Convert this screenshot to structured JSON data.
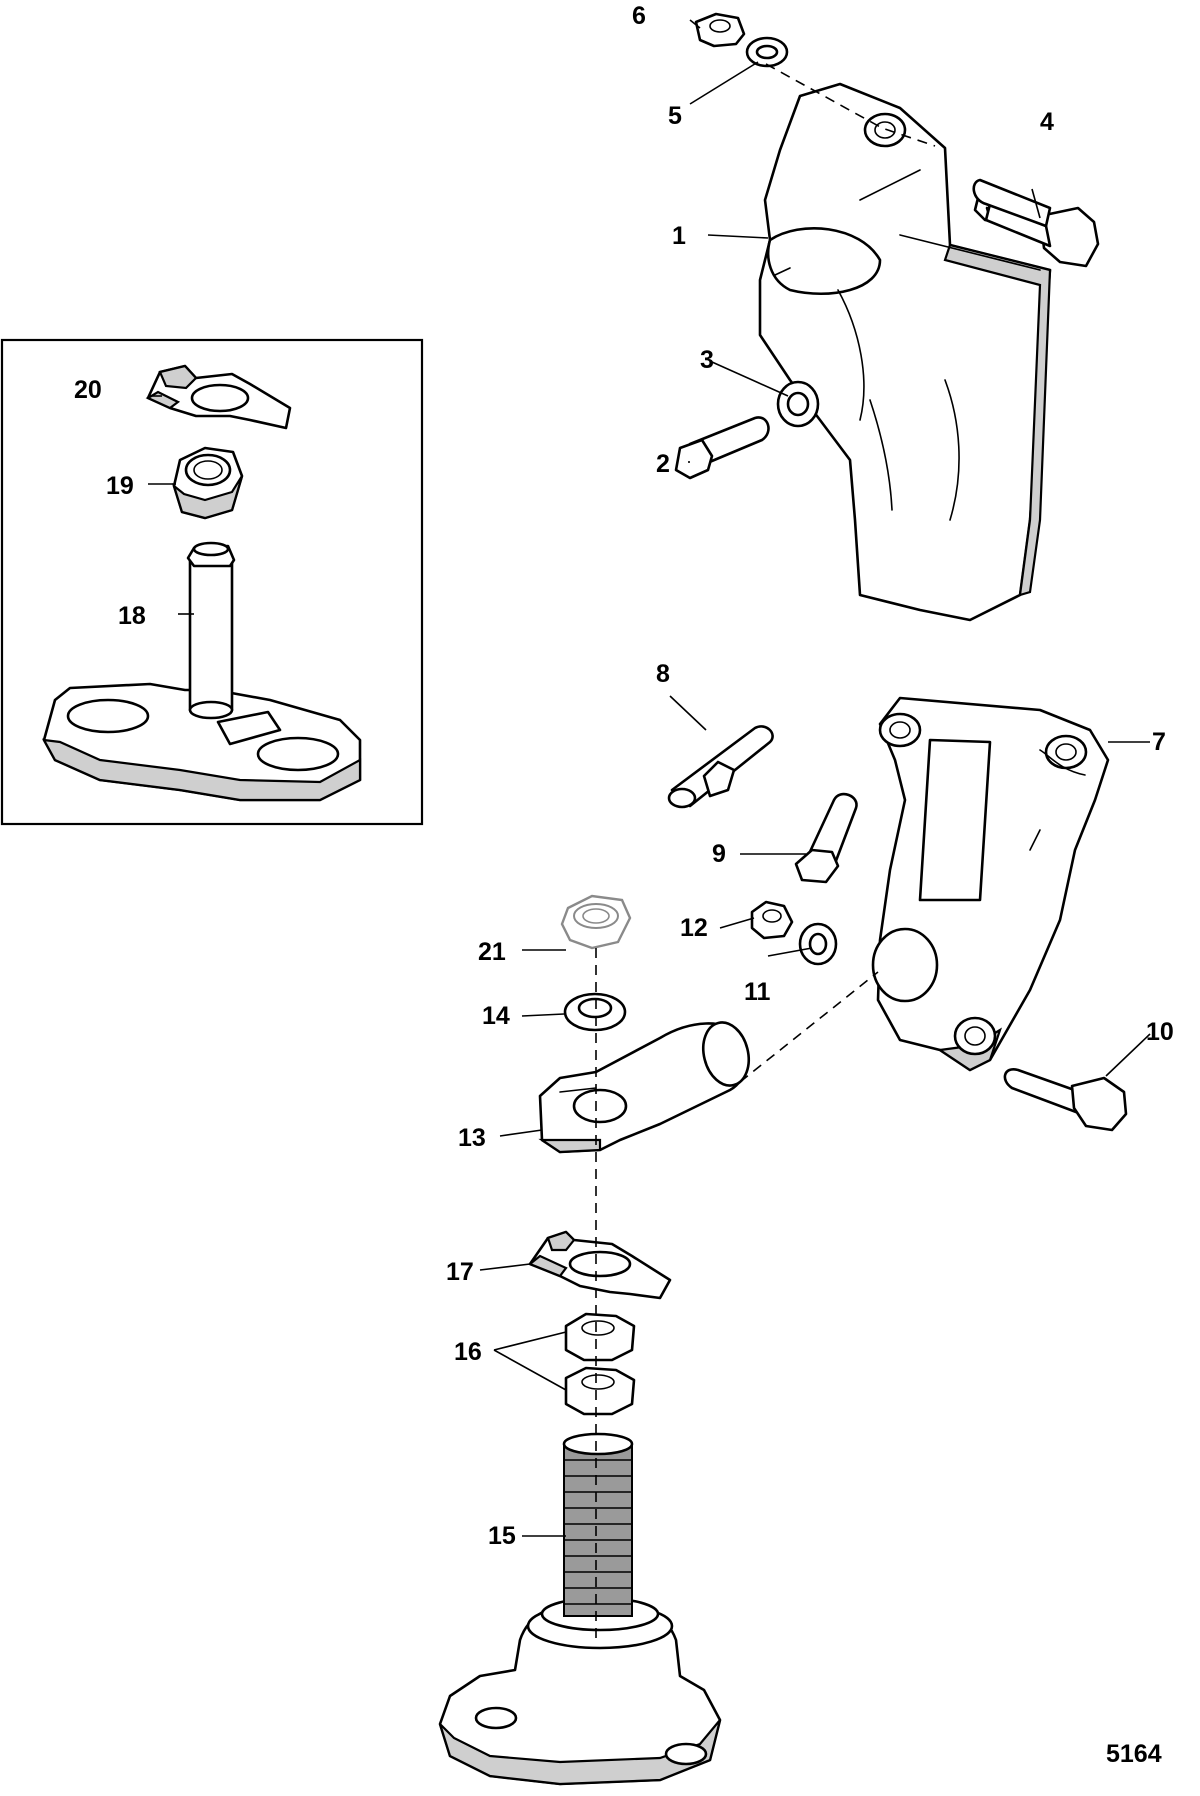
{
  "figure_number": "5164",
  "callouts": {
    "c1": "1",
    "c2": "2",
    "c3": "3",
    "c4": "4",
    "c5": "5",
    "c6": "6",
    "c7": "7",
    "c8": "8",
    "c9": "9",
    "c10": "10",
    "c11": "11",
    "c12": "12",
    "c13": "13",
    "c14": "14",
    "c15": "15",
    "c16": "16",
    "c17": "17",
    "c18": "18",
    "c19": "19",
    "c20": "20",
    "c21": "21"
  }
}
